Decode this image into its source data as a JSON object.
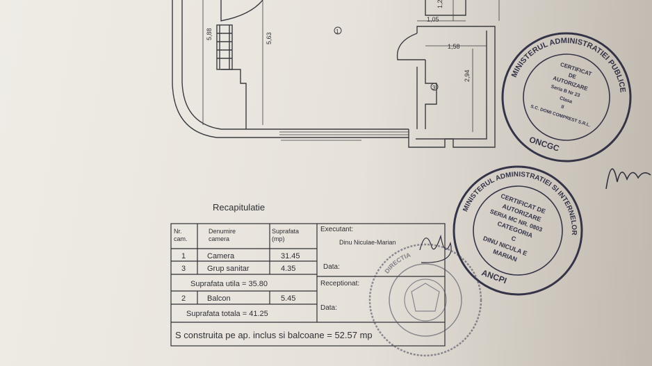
{
  "plan": {
    "dimensions": [
      "5,88",
      "5,63",
      "1,05",
      "1,58",
      "2,94",
      "1,2"
    ],
    "room_markers": [
      "1",
      "3"
    ]
  },
  "summary": {
    "title": "Recapitulatie",
    "columns": [
      "Nr.\ncam.",
      "Denumire\ncamera",
      "Suprafata\n(mp)"
    ],
    "rows": [
      {
        "nr": "1",
        "name": "Camera",
        "area": "31.45"
      },
      {
        "nr": "3",
        "name": "Grup sanitar",
        "area": "4.35"
      },
      {
        "nr": "2",
        "name": "Balcon",
        "area": "5.45"
      }
    ],
    "useful_area": "Suprafata utila = 35.80",
    "total_area": "Suprafata totala = 41.25",
    "built_area": "S construita pe ap. inclus si balcoane = 52.57  mp"
  },
  "signatures": {
    "executant_label": "Executant:",
    "executant_name": "Dinu Niculae-Marian",
    "data_label_1": "Data:",
    "receptionat_label": "Receptionat:",
    "data_label_2": "Data:"
  },
  "stamps": {
    "stamp1_ring": "MINISTERUL ADMINISTRATIEI PUBLICE",
    "stamp1_bottom": "ONCGC",
    "stamp1_lines": [
      "CERTIFICAT",
      "DE",
      "AUTORIZARE",
      "Seria B Nr 23",
      "Clasa",
      "II",
      "S.C. DOMI COMPREST S.R.L."
    ],
    "stamp2_ring": "MINISTERUL ADMINISTRATIEI SI INTERNELOR",
    "stamp2_bottom": "ANCPI",
    "stamp2_lines": [
      "CERTIFICAT DE",
      "AUTORIZARE",
      "SERIA MC NR. 0803",
      "CATEGORIA",
      "C",
      "DINU NICULA E",
      "MARIAN"
    ],
    "stamp3_ring": "DIRECTIA"
  },
  "colors": {
    "ink": "#2e2e34",
    "stamp_ink": "#33334a",
    "paper": "#ebe7e0"
  }
}
